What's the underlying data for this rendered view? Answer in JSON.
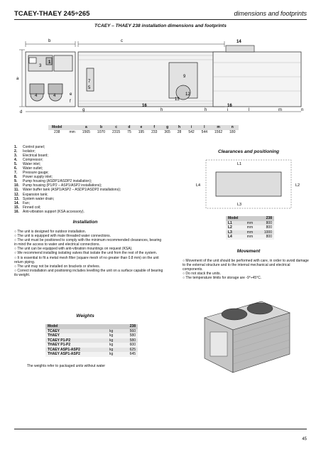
{
  "header": {
    "left": "TCAEY-THAEY 245÷265",
    "right": "dimensions and footprints"
  },
  "subtitle": "TCAEY – THAEY 238 installation dimensions and footprints",
  "drawing": {
    "labels": {
      "a": "a",
      "b": "b",
      "c": "c",
      "d": "d",
      "e": "e",
      "f": "f",
      "g": "g",
      "h1": "h",
      "h2": "h",
      "i": "i",
      "l": "l",
      "m": "m",
      "n": "n"
    },
    "callouts": {
      "c1": "1",
      "c3": "3",
      "c4a": "4",
      "c4b": "4",
      "c5": "5",
      "c7": "7",
      "c9": "9",
      "c12": "12",
      "c13": "13",
      "c14": "14",
      "c16a": "16",
      "c16b": "16"
    }
  },
  "dim_table": {
    "head": [
      "Model",
      "a",
      "b",
      "c",
      "d",
      "e",
      "f",
      "g",
      "h",
      "i",
      "l",
      "m",
      "n"
    ],
    "row": [
      "238",
      "mm",
      "1565",
      "1070",
      "2315",
      "75",
      "195",
      "233",
      "365",
      "28",
      "542",
      "544",
      "1562",
      "180"
    ]
  },
  "components": [
    {
      "n": "1.",
      "t": "Control panel;"
    },
    {
      "n": "2.",
      "t": "Isolator;"
    },
    {
      "n": "3.",
      "t": "Electrical board;"
    },
    {
      "n": "4.",
      "t": "Compressor;"
    },
    {
      "n": "5.",
      "t": "Water inlet;"
    },
    {
      "n": "6.",
      "t": "Water outlet;"
    },
    {
      "n": "7.",
      "t": "Pressure gauge;"
    },
    {
      "n": "8.",
      "t": "Power supply inlet;"
    },
    {
      "n": "9.",
      "t": "Pump housing (ASDP1/ASDP2 installation);"
    },
    {
      "n": "10.",
      "t": "Pump housing (P1/P2 – ASP1/ASP2 installations);"
    },
    {
      "n": "11.",
      "t": "Water buffer tank (ASP1/ASP2 – ASDP1/ASDP2 installations);"
    },
    {
      "n": "12.",
      "t": "Expansion tank;"
    },
    {
      "n": "13.",
      "t": "System water drain;"
    },
    {
      "n": "14.",
      "t": "Fan;"
    },
    {
      "n": "15.",
      "t": "Finned coil;"
    },
    {
      "n": "16.",
      "t": "Anti-vibration support (KSA accessory)."
    }
  ],
  "installation": {
    "title": "Installation",
    "paras": [
      "○  The unit is designed for outdoor installation.",
      "○  The unit is equipped with male threaded water connections.",
      "○  The unit must be positioned to comply with the minimum recommended clearances, bearing in mind the access to water and electrical connections.",
      "○  The unit can be equipped with anti-vibration mountings on request (KSA).",
      "○  We recommend installing isolating valves that isolate the unit from the rest of the system.",
      "○  It is essential to fit a metal mesh filter (square mesh of no greater than 0.8 mm) on the unit return piping.",
      "○  The unit may not be installed on brackets or shelves.",
      "○  Correct installation and positioning includes levelling the unit on a surface capable of bearing its weight."
    ]
  },
  "weights": {
    "title": "Weights",
    "head": [
      "Model",
      "",
      "238"
    ],
    "rows": [
      [
        "TCAEY",
        "kg",
        "560"
      ],
      [
        "THAEY",
        "kg",
        "580"
      ],
      [
        "TCAEY P1-P2",
        "kg",
        "580"
      ],
      [
        "THAEY P1-P2",
        "kg",
        "600"
      ],
      [
        "TCAEY ASP1-ASP2",
        "kg",
        "625"
      ],
      [
        "THAEY ASP1-ASP2",
        "kg",
        "645"
      ]
    ],
    "note": "The weights refer to packaged units without water"
  },
  "clearances": {
    "title": "Clearances and positioning",
    "labels": {
      "L1": "L1",
      "L2": "L2",
      "L3": "L3",
      "L4": "L4"
    },
    "head": [
      "Model",
      "",
      "238"
    ],
    "rows": [
      [
        "L1",
        "mm",
        "800"
      ],
      [
        "L2",
        "mm",
        "800"
      ],
      [
        "L3",
        "mm",
        "1000"
      ],
      [
        "L4",
        "mm",
        "800"
      ]
    ]
  },
  "movement": {
    "title": "Movement",
    "paras": [
      "○  Movement of the unit should be performed with care, in order to avoid damage to the external structure and to the internal mechanical and electrical components.",
      "○  Do not stack the units.",
      "○  The temperature limits for storage are -9°÷45°C."
    ]
  },
  "page_number": "45"
}
